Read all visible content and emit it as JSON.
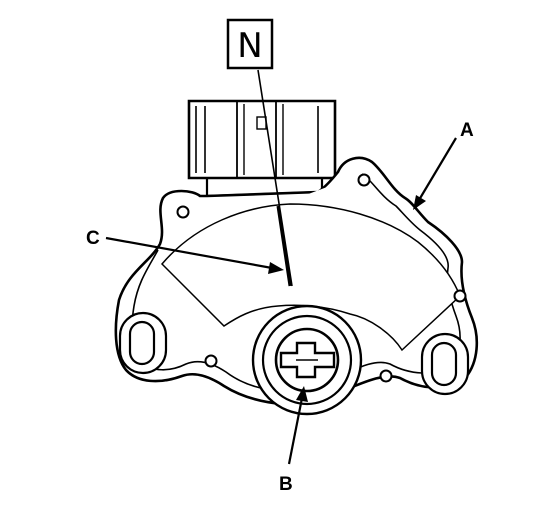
{
  "labels": {
    "position": "N",
    "a": "A",
    "b": "B",
    "c": "C"
  },
  "colors": {
    "ink": "#000000",
    "paper": "#ffffff"
  }
}
